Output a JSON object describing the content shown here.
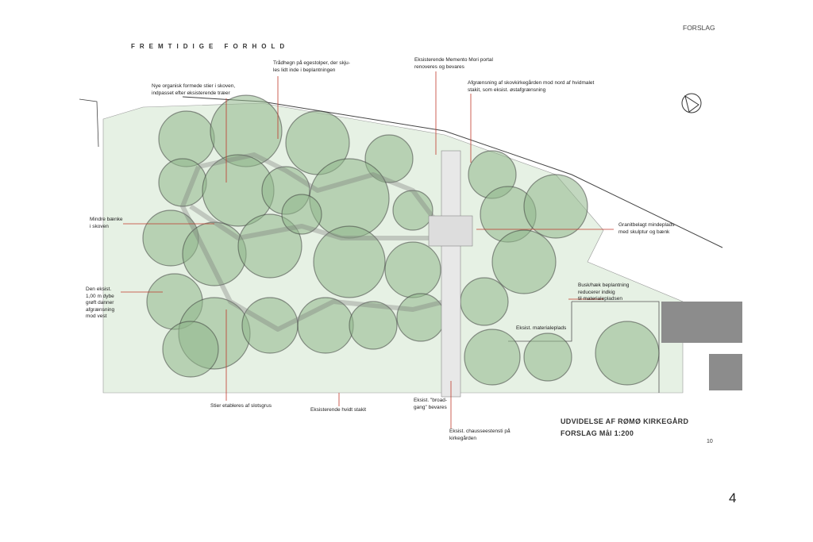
{
  "header": {
    "corner_label": "FORSLAG",
    "title": "FREMTIDIGE FORHOLD"
  },
  "annotations": {
    "fence": "Trådhegn på egestolper, der skju-\nles lidt inde i beplantningen",
    "paths_new": "Nye organisk formede stier i skoven,\nindpasset efter eksisterende træer",
    "portal": "Eksisterende  Memento Mori portal\nrenoveres og bevares",
    "boundary_north": "Afgrænsning af skovkirkegården mod nord af hvidmalet\nstakit, som eksist. østafgrænsning",
    "benches": "Mindre bænke\ni skoven",
    "ditch": "Den eksist.\n1,00 m dybe\ngrøft danner\nafgrænsning\nmod vest",
    "memorial": "Granitbelagt mindeplads\nmed skulptur og bænk",
    "hedge": "Busk/hæk beplantning\nreducerer indkig\ntil materialepladsen",
    "material_yard": "Eksist. materialeplads",
    "gravel_paths": "Stier etableres af slotsgrus",
    "white_fence": "Eksisterende hvidt stakit",
    "broadgang": "Eksist. \"broad-\ngang\" bevares",
    "cobble_path": "Eksist. chausseestensti på\nkirkegården"
  },
  "footer": {
    "sheet_title": "UDVIDELSE AF RØMØ KIRKEGÅRD",
    "sheet_subtitle": "FORSLAG  Mål 1:200",
    "sheet_number": "10",
    "page_number": "4"
  },
  "colors": {
    "lawn": "#e6f1e4",
    "tree": "#8fb68b",
    "leader": "#c0392b",
    "building": "#8c8c8c"
  }
}
